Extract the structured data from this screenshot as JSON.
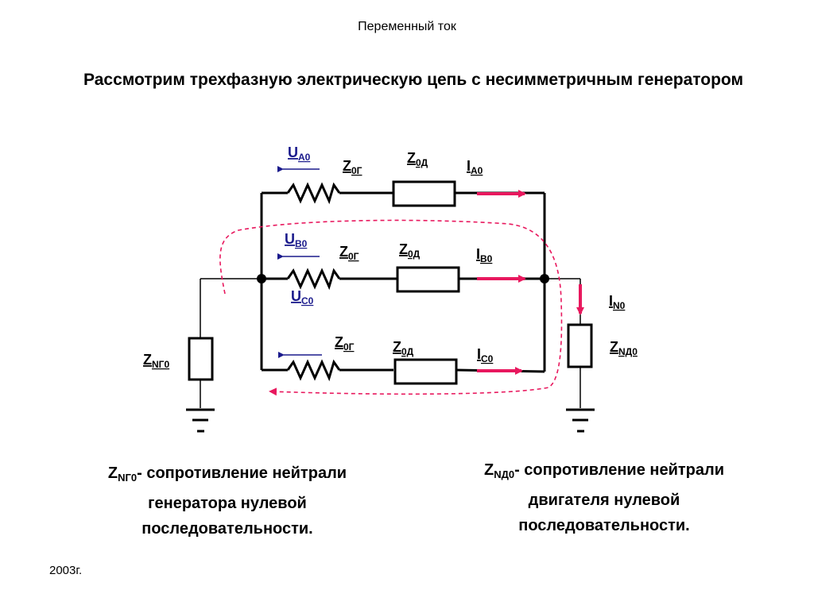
{
  "header": "Переменный ток",
  "title": "Рассмотрим  трехфазную электрическую цепь с несимметричным генератором",
  "labels": {
    "z0g": {
      "main": "Z",
      "sub": "0Г"
    },
    "z0d": {
      "main": "Z",
      "sub": "0Д"
    },
    "ua0": {
      "main": "U",
      "sub": "A0"
    },
    "ub0": {
      "main": "U",
      "sub": "B0"
    },
    "uc0": {
      "main": "U",
      "sub": "C0"
    },
    "ia0": {
      "main": "I",
      "sub": "A0"
    },
    "ib0": {
      "main": "I",
      "sub": "B0"
    },
    "ic0": {
      "main": "I",
      "sub": "C0"
    },
    "in0": {
      "main": "I",
      "sub": "N0"
    },
    "zng0": {
      "main": "Z",
      "sub": "NГ0"
    },
    "znd0": {
      "main": "Z",
      "sub": "NД0"
    }
  },
  "captions": {
    "left": {
      "sym": "Z",
      "sub": "NГ0",
      "text": "- сопротивление нейтрали генератора нулевой последовательности."
    },
    "right": {
      "sym": "Z",
      "sub": "NД0",
      "text": "- сопротивление нейтрали двигателя нулевой последовательности."
    }
  },
  "footer": "2003г.",
  "colors": {
    "current_arrow": "#e8185e",
    "voltage_arrow": "#1a1a8c",
    "loop": "#e8185e"
  }
}
